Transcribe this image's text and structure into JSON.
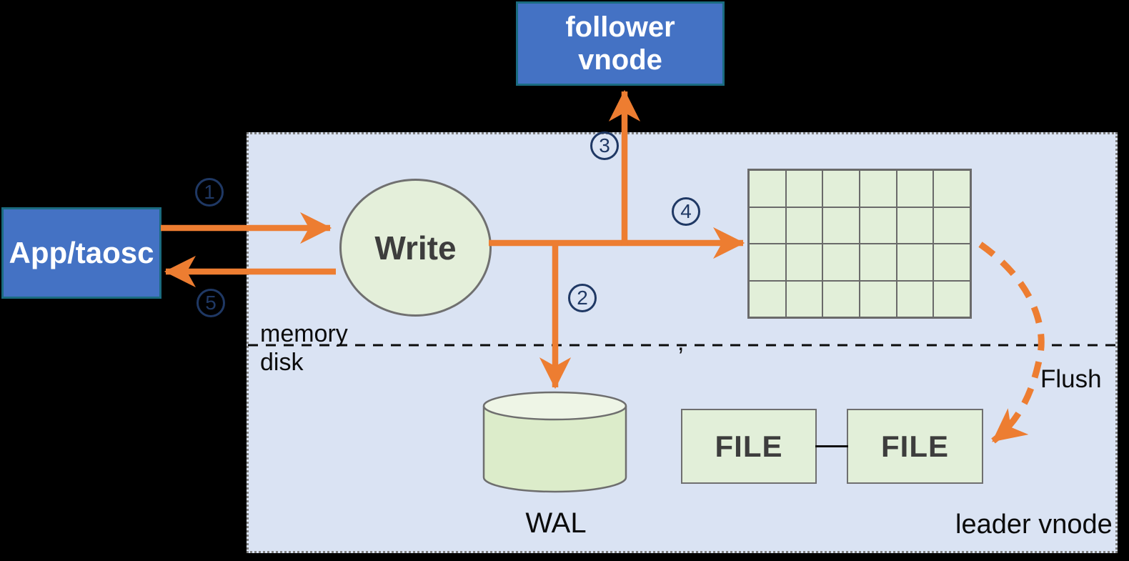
{
  "diagram": {
    "background": "#000000",
    "colors": {
      "arrow_orange": "#ED7D31",
      "node_blue_fill": "#4472C4",
      "node_blue_border": "#1A6B80",
      "node_green_fill": "#E2EFD9",
      "node_green_border": "#6F6F6F",
      "panel_fill": "#DAE3F3",
      "step_navy": "#1F3864",
      "dark_text": "#3D3D3D"
    },
    "nodes": {
      "follower_vnode": {
        "label": "follower vnode"
      },
      "app_taosc": {
        "label": "App/taosc"
      },
      "write": {
        "label": "Write"
      },
      "wal": {
        "label": "WAL"
      },
      "file_left": {
        "label": "FILE"
      },
      "file_right": {
        "label": "FILE"
      }
    },
    "labels": {
      "memory": "memory",
      "disk": "disk",
      "flush": "Flush",
      "leader_vnode": "leader vnode",
      "stray_comma": ","
    },
    "steps": [
      {
        "id": "step-1",
        "digit": "1"
      },
      {
        "id": "step-2",
        "digit": "2"
      },
      {
        "id": "step-3",
        "digit": "3"
      },
      {
        "id": "step-4",
        "digit": "4"
      },
      {
        "id": "step-5",
        "digit": "5"
      }
    ],
    "memtable_grid": {
      "rows": 4,
      "cols": 6
    }
  }
}
